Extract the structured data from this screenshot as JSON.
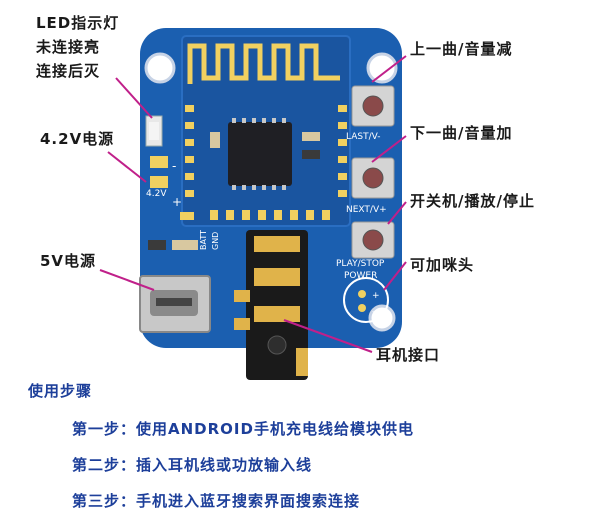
{
  "labels": {
    "led_line1": "LED指示灯",
    "led_line2": "未连接亮",
    "led_line3": "连接后灭",
    "power42": "4.2V电源",
    "power5v": "5V电源",
    "prev_vol": "上一曲/音量减",
    "next_vol": "下一曲/音量加",
    "play_stop": "开关机/播放/停止",
    "speaker": "可加咪头",
    "earphone": "耳机接口"
  },
  "silkscreen": {
    "last": "LAST/V-",
    "next": "NEXT/V+",
    "playstop": "PLAY/STOP",
    "power": "POWER",
    "v42": "4.2V",
    "plus": "+",
    "minus": "-",
    "batt": "BATT",
    "gnd": "GND"
  },
  "steps": {
    "heading": "使用步骤",
    "step1": "第一步：使用ANDROID手机充电线给模块供电",
    "step2": "第二步：插入耳机线或功放输入线",
    "step3": "第三步：手机进入蓝牙搜索界面搜索连接"
  },
  "colors": {
    "pcb": "#1b5fb0",
    "label_line": "#c0208a",
    "steps_text": "#1d3f9a"
  }
}
